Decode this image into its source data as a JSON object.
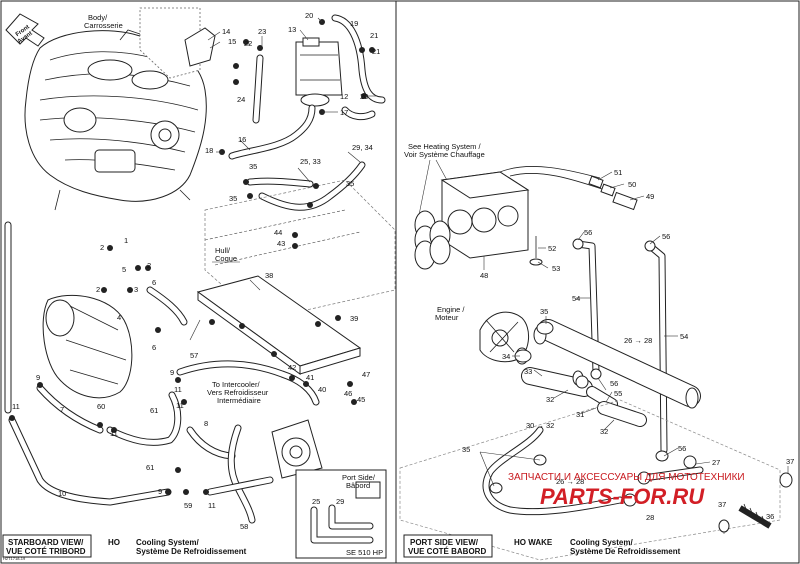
{
  "diagram": {
    "drawing_code": "H2T1718-19",
    "left_panel": {
      "view_label_line1": "STARBOARD VIEW/",
      "view_label_line2": "VUE COTÉ TRIBORD",
      "model": "HO",
      "title_line1": "Cooling System/",
      "title_line2": "Système De Refroidissement",
      "front_label_line1": "Front",
      "front_label_line2": "Avant",
      "labels": {
        "body": "Body/",
        "body2": "Carrosserie",
        "hull": "Hull/",
        "hull2": "Coque",
        "intercooler1": "To Intercooler/",
        "intercooler2": "Vers Refroidisseur",
        "intercooler3": "Intermédiaire",
        "port_side1": "Port Side/",
        "port_side2": "Bâbord",
        "se": "SE 510 HP"
      }
    },
    "right_panel": {
      "view_label_line1": "PORT SIDE VIEW/",
      "view_label_line2": "VUE COTÉ BABORD",
      "model": "HO WAKE",
      "title_line1": "Cooling System/",
      "title_line2": "Système De Refroidissement",
      "labels": {
        "heating1": "See Heating System /",
        "heating2": "Voir Système Chauffage",
        "engine1": "Engine /",
        "engine2": "Moteur"
      }
    },
    "callouts": {
      "c14": "14",
      "c15": "15",
      "c23": "23",
      "c22": "22",
      "c13": "13",
      "c20a": "20",
      "c19": "19",
      "c21a": "21",
      "c21b": "21",
      "c24": "24",
      "c12": "12",
      "c20b": "20",
      "c17": "17",
      "c16": "16",
      "c18": "18",
      "c35a": "35",
      "c2533": "25, 33",
      "c2934": "29, 34",
      "c35b": "35",
      "c35c": "35",
      "c44": "44",
      "c43": "43",
      "c2a": "2",
      "c1": "1",
      "c2b": "2",
      "c5": "5",
      "c2c": "2",
      "c3": "3",
      "c6a": "6",
      "c4": "4",
      "c6b": "6",
      "c38": "38",
      "c39": "39",
      "c57": "57",
      "c9a": "9",
      "c9b": "9",
      "c11a": "11",
      "c11b": "11",
      "c11c": "11",
      "c7": "7",
      "c60": "60",
      "c11d": "11",
      "c61a": "61",
      "c8": "8",
      "c42": "42",
      "c41": "41",
      "c40": "40",
      "c47": "47",
      "c46": "46",
      "c45": "45",
      "c61b": "61",
      "c10": "10",
      "c9c": "9",
      "c59": "59",
      "c11e": "11",
      "c58": "58",
      "c25": "25",
      "c29": "29",
      "c51": "51",
      "c50": "50",
      "c49": "49",
      "c56a": "56",
      "c56b": "56",
      "c52": "52",
      "c53": "53",
      "c48": "48",
      "c54a": "54",
      "c54b": "54",
      "c35d": "35",
      "c34": "34",
      "c2628": "26 → 28",
      "c33": "33",
      "c56c": "56",
      "c32a": "32",
      "c55": "55",
      "c31": "31",
      "c32b": "32",
      "c3032": "30 → 32",
      "c35e": "35",
      "c56d": "56",
      "c27": "27",
      "c2628b": "26 → 28",
      "c28": "28",
      "c37a": "37",
      "c37b": "37",
      "c36": "36"
    },
    "watermark": {
      "text": "ЗАПЧАСТИ И АКСЕССУАРЫ ДЛЯ МОТОТЕХНИКИ",
      "logo": "PARTS-FOR.RU"
    }
  }
}
